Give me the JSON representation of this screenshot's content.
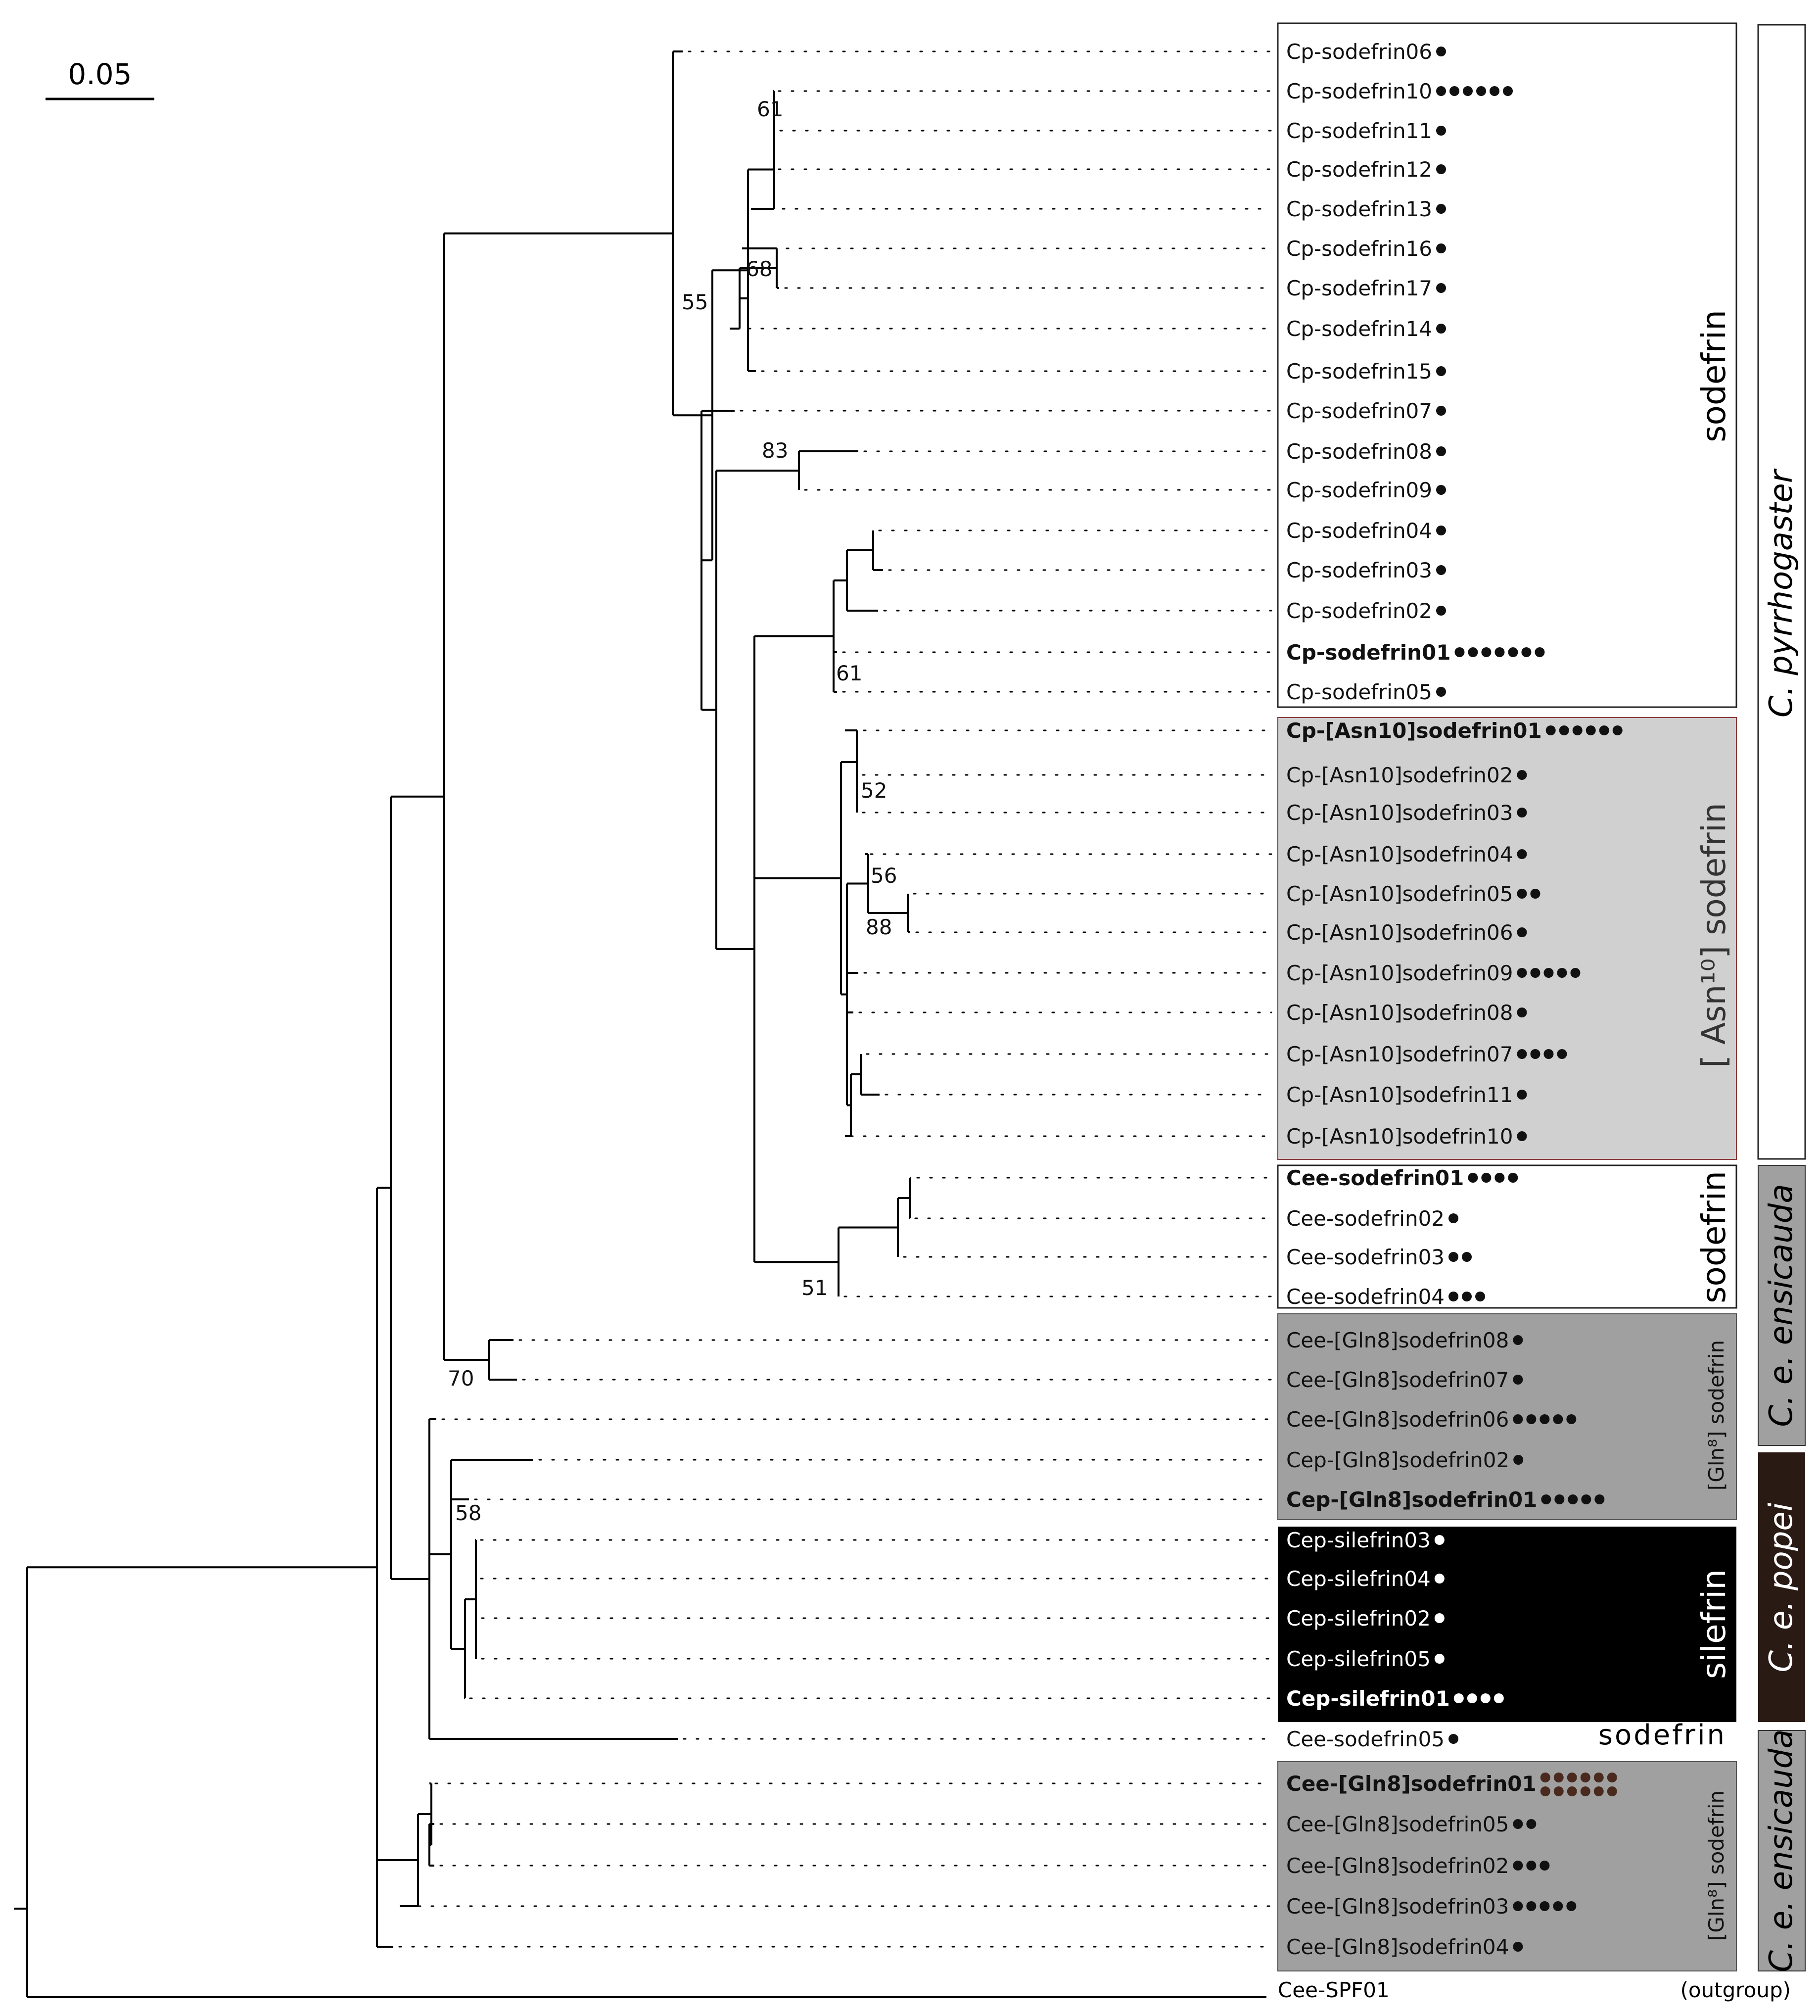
{
  "scale_bar": {
    "label": "0.05"
  },
  "colors": {
    "white": "#ffffff",
    "light_gray": "#d0d0d0",
    "dark_gray": "#a0a0a0",
    "black": "#000000",
    "species_dark": "#2a1a14",
    "dot_brown": "#4a2a1e"
  },
  "groups": [
    {
      "id": "cp-sodefrin",
      "label": "sodefrin",
      "fill": "white"
    },
    {
      "id": "cp-asn10",
      "label": "[ Asn¹⁰] sodefrin",
      "fill": "light_gray"
    },
    {
      "id": "cee-sodefrin",
      "label": "sodefrin",
      "fill": "white"
    },
    {
      "id": "gln8-upper",
      "label": "[Gln⁸] sodefrin",
      "fill": "dark_gray"
    },
    {
      "id": "cep-silefrin",
      "label": "silefrin",
      "fill": "black"
    },
    {
      "id": "cee-sodefrin05",
      "label": "sodefrin",
      "fill": "none"
    },
    {
      "id": "gln8-lower",
      "label": "[Gln⁸] sodefrin",
      "fill": "dark_gray"
    }
  ],
  "species_bars": [
    {
      "label": "C. pyrrhogaster",
      "fill": "white"
    },
    {
      "label": "C. e. ensicauda",
      "fill": "dark_gray"
    },
    {
      "label": "C. e. popei",
      "fill": "species_dark"
    },
    {
      "label": "C. e. ensicauda",
      "fill": "dark_gray"
    }
  ],
  "taxa": [
    {
      "label": "Cp-sodefrin06",
      "dots": 1,
      "bold": false
    },
    {
      "label": "Cp-sodefrin10",
      "dots": 6,
      "bold": false
    },
    {
      "label": "Cp-sodefrin11",
      "dots": 1,
      "bold": false
    },
    {
      "label": "Cp-sodefrin12",
      "dots": 1,
      "bold": false
    },
    {
      "label": "Cp-sodefrin13",
      "dots": 1,
      "bold": false
    },
    {
      "label": "Cp-sodefrin16",
      "dots": 1,
      "bold": false
    },
    {
      "label": "Cp-sodefrin17",
      "dots": 1,
      "bold": false
    },
    {
      "label": "Cp-sodefrin14",
      "dots": 1,
      "bold": false
    },
    {
      "label": "Cp-sodefrin15",
      "dots": 1,
      "bold": false
    },
    {
      "label": "Cp-sodefrin07",
      "dots": 1,
      "bold": false
    },
    {
      "label": "Cp-sodefrin08",
      "dots": 1,
      "bold": false
    },
    {
      "label": "Cp-sodefrin09",
      "dots": 1,
      "bold": false
    },
    {
      "label": "Cp-sodefrin04",
      "dots": 1,
      "bold": false
    },
    {
      "label": "Cp-sodefrin03",
      "dots": 1,
      "bold": false
    },
    {
      "label": "Cp-sodefrin02",
      "dots": 1,
      "bold": false
    },
    {
      "label": "Cp-sodefrin01",
      "dots": 7,
      "bold": true
    },
    {
      "label": "Cp-sodefrin05",
      "dots": 1,
      "bold": false
    },
    {
      "label": "Cp-[Asn10]sodefrin01",
      "dots": 6,
      "bold": true
    },
    {
      "label": "Cp-[Asn10]sodefrin02",
      "dots": 1,
      "bold": false
    },
    {
      "label": "Cp-[Asn10]sodefrin03",
      "dots": 1,
      "bold": false
    },
    {
      "label": "Cp-[Asn10]sodefrin04",
      "dots": 1,
      "bold": false
    },
    {
      "label": "Cp-[Asn10]sodefrin05",
      "dots": 2,
      "bold": false
    },
    {
      "label": "Cp-[Asn10]sodefrin06",
      "dots": 1,
      "bold": false
    },
    {
      "label": "Cp-[Asn10]sodefrin09",
      "dots": 5,
      "bold": false
    },
    {
      "label": "Cp-[Asn10]sodefrin08",
      "dots": 1,
      "bold": false
    },
    {
      "label": "Cp-[Asn10]sodefrin07",
      "dots": 4,
      "bold": false
    },
    {
      "label": "Cp-[Asn10]sodefrin11",
      "dots": 1,
      "bold": false
    },
    {
      "label": "Cp-[Asn10]sodefrin10",
      "dots": 1,
      "bold": false
    },
    {
      "label": "Cee-sodefrin01",
      "dots": 4,
      "bold": true
    },
    {
      "label": "Cee-sodefrin02",
      "dots": 1,
      "bold": false
    },
    {
      "label": "Cee-sodefrin03",
      "dots": 2,
      "bold": false
    },
    {
      "label": "Cee-sodefrin04",
      "dots": 3,
      "bold": false
    },
    {
      "label": "Cee-[Gln8]sodefrin08",
      "dots": 1,
      "bold": false
    },
    {
      "label": "Cee-[Gln8]sodefrin07",
      "dots": 1,
      "bold": false
    },
    {
      "label": "Cee-[Gln8]sodefrin06",
      "dots": 5,
      "bold": false
    },
    {
      "label": "Cep-[Gln8]sodefrin02",
      "dots": 1,
      "bold": false
    },
    {
      "label": "Cep-[Gln8]sodefrin01",
      "dots": 5,
      "bold": true
    },
    {
      "label": "Cep-silefrin03",
      "dots": 1,
      "bold": false
    },
    {
      "label": "Cep-silefrin04",
      "dots": 1,
      "bold": false
    },
    {
      "label": "Cep-silefrin02",
      "dots": 1,
      "bold": false
    },
    {
      "label": "Cep-silefrin05",
      "dots": 1,
      "bold": false
    },
    {
      "label": "Cep-silefrin01",
      "dots": 4,
      "bold": true
    },
    {
      "label": "Cee-sodefrin05",
      "dots": 1,
      "bold": false
    },
    {
      "label": "Cee-[Gln8]sodefrin01",
      "dots": 12,
      "bold": true
    },
    {
      "label": "Cee-[Gln8]sodefrin05",
      "dots": 2,
      "bold": false
    },
    {
      "label": "Cee-[Gln8]sodefrin02",
      "dots": 3,
      "bold": false
    },
    {
      "label": "Cee-[Gln8]sodefrin03",
      "dots": 5,
      "bold": false
    },
    {
      "label": "Cee-[Gln8]sodefrin04",
      "dots": 1,
      "bold": false
    }
  ],
  "outgroup": {
    "label": "Cee-SPF01",
    "note": "(outgroup)"
  },
  "bootstrap": [
    "61",
    "68",
    "55",
    "83",
    "61",
    "52",
    "56",
    "88",
    "51",
    "70",
    "58"
  ]
}
